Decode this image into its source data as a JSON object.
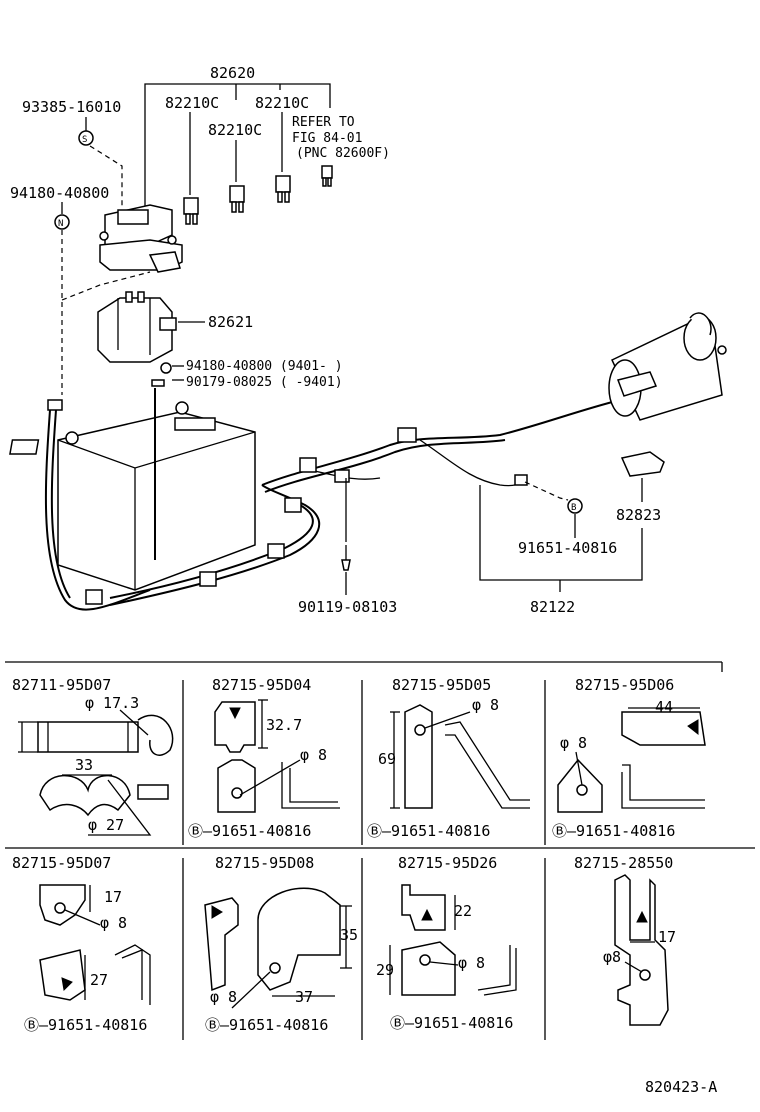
{
  "main": {
    "labels": {
      "p82620": "82620",
      "p93385": "93385-16010",
      "p82210a": "82210C",
      "p82210b": "82210C",
      "p82210c": "82210C",
      "ref1": "REFER TO",
      "ref2": "FIG 84-01",
      "ref3": "(PNC 82600F)",
      "p94180a": "94180-40800",
      "p82621": "82621",
      "p94180b": "94180-40800 (9401-     )",
      "p90179": "90179-08025 (      -9401)",
      "p82823": "82823",
      "p91651": "91651-40816",
      "p90119": "90119-08103",
      "p82122": "82122",
      "symS": "S",
      "symN": "N",
      "symB": "B"
    }
  },
  "panels": [
    {
      "title": "82711-95D07",
      "d1": "φ 17.3",
      "d2": "33",
      "d3": "φ 27"
    },
    {
      "title": "82715-95D04",
      "d1": "32.7",
      "d2": "φ 8",
      "note": "Ⓑ—91651-40816"
    },
    {
      "title": "82715-95D05",
      "d1": "69",
      "d2": "φ 8",
      "note": "Ⓑ—91651-40816"
    },
    {
      "title": "82715-95D06",
      "d1": "44",
      "d2": "φ 8",
      "note": "Ⓑ—91651-40816"
    },
    {
      "title": "82715-95D07",
      "d1": "17",
      "d2": "φ 8",
      "d3": "27",
      "note": "Ⓑ—91651-40816"
    },
    {
      "title": "82715-95D08",
      "d1": "35",
      "d2": "φ 8",
      "d3": "37",
      "note": "Ⓑ—91651-40816"
    },
    {
      "title": "82715-95D26",
      "d1": "22",
      "d2": "29",
      "d3": "φ 8",
      "note": "Ⓑ—91651-40816"
    },
    {
      "title": "82715-28550",
      "d1": "17",
      "d2": "φ8"
    }
  ],
  "footer": {
    "code": "820423-A"
  }
}
